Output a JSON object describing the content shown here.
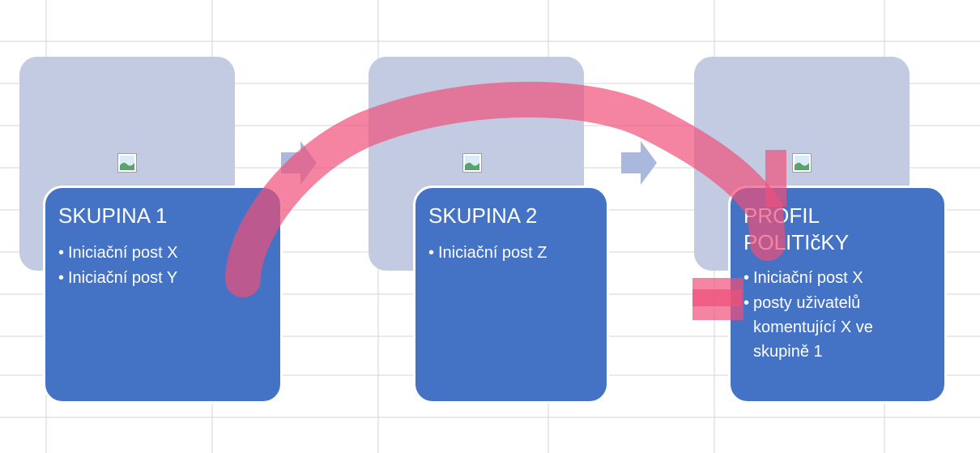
{
  "diagram": {
    "cards": [
      {
        "title": "SKUPINA 1",
        "items": [
          "Iniciační post X",
          "Iniciační post Y"
        ]
      },
      {
        "title": "SKUPINA 2",
        "items": [
          "Iniciační post Z"
        ]
      },
      {
        "title": "PROFIL POLITIčKY",
        "items": [
          "Iniciační post X",
          "posty uživatelů komentující X ve skupině 1"
        ]
      }
    ]
  },
  "colors": {
    "text_card": "#4472c4",
    "picture_card": "#c3cbe3",
    "connector_arrow": "#aab8de",
    "annotation_stroke": "#f0507a"
  },
  "icons": {
    "placeholder": "image-placeholder-icon",
    "connector": "chevron-right-arrow"
  }
}
